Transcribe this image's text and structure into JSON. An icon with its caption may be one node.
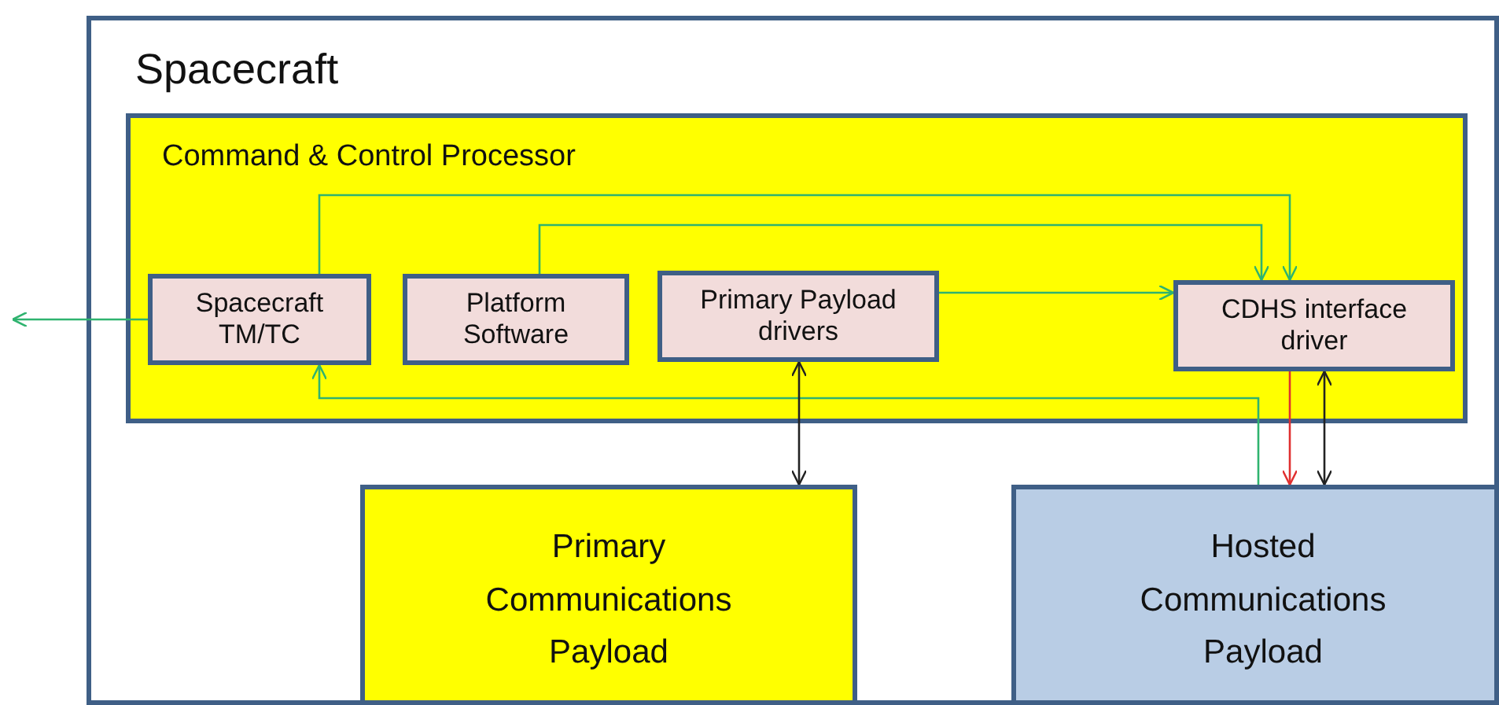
{
  "diagram": {
    "nodes": [
      {
        "text": [
          "Spacecraft"
        ]
      },
      {
        "text": [
          "Command & Control Processor"
        ],
        "in": 0
      },
      {
        "text": [
          "Spacecraft TM/TC"
        ],
        "in": 1
      },
      {
        "text": [
          "Platform Software"
        ],
        "in": 1
      },
      {
        "text": [
          "Primary Payload drivers"
        ],
        "in": 1
      },
      {
        "text": [
          "CDHS interface driver"
        ],
        "in": 1
      },
      {
        "text": [
          "Primary Communications Payload"
        ],
        "in": 0
      },
      {
        "text": [
          "Hosted Communications Payload"
        ],
        "in": 0
      }
    ],
    "edges": [
      {
        "from": 2,
        "to": null,
        "arrow": "to"
      },
      {
        "from": 2,
        "to": 5,
        "arrow": "to"
      },
      {
        "from": 3,
        "to": 5,
        "arrow": "to"
      },
      {
        "from": 4,
        "to": 5,
        "arrow": "to"
      },
      {
        "from": 7,
        "to": 2,
        "arrow": "to"
      },
      {
        "from": 5,
        "to": 7,
        "arrow": "to",
        "color": "#e03030"
      },
      {
        "from": 5,
        "to": 7,
        "arrow": "both",
        "color": "#222222"
      },
      {
        "from": 4,
        "to": 6,
        "arrow": "both",
        "color": "#222222"
      }
    ]
  }
}
